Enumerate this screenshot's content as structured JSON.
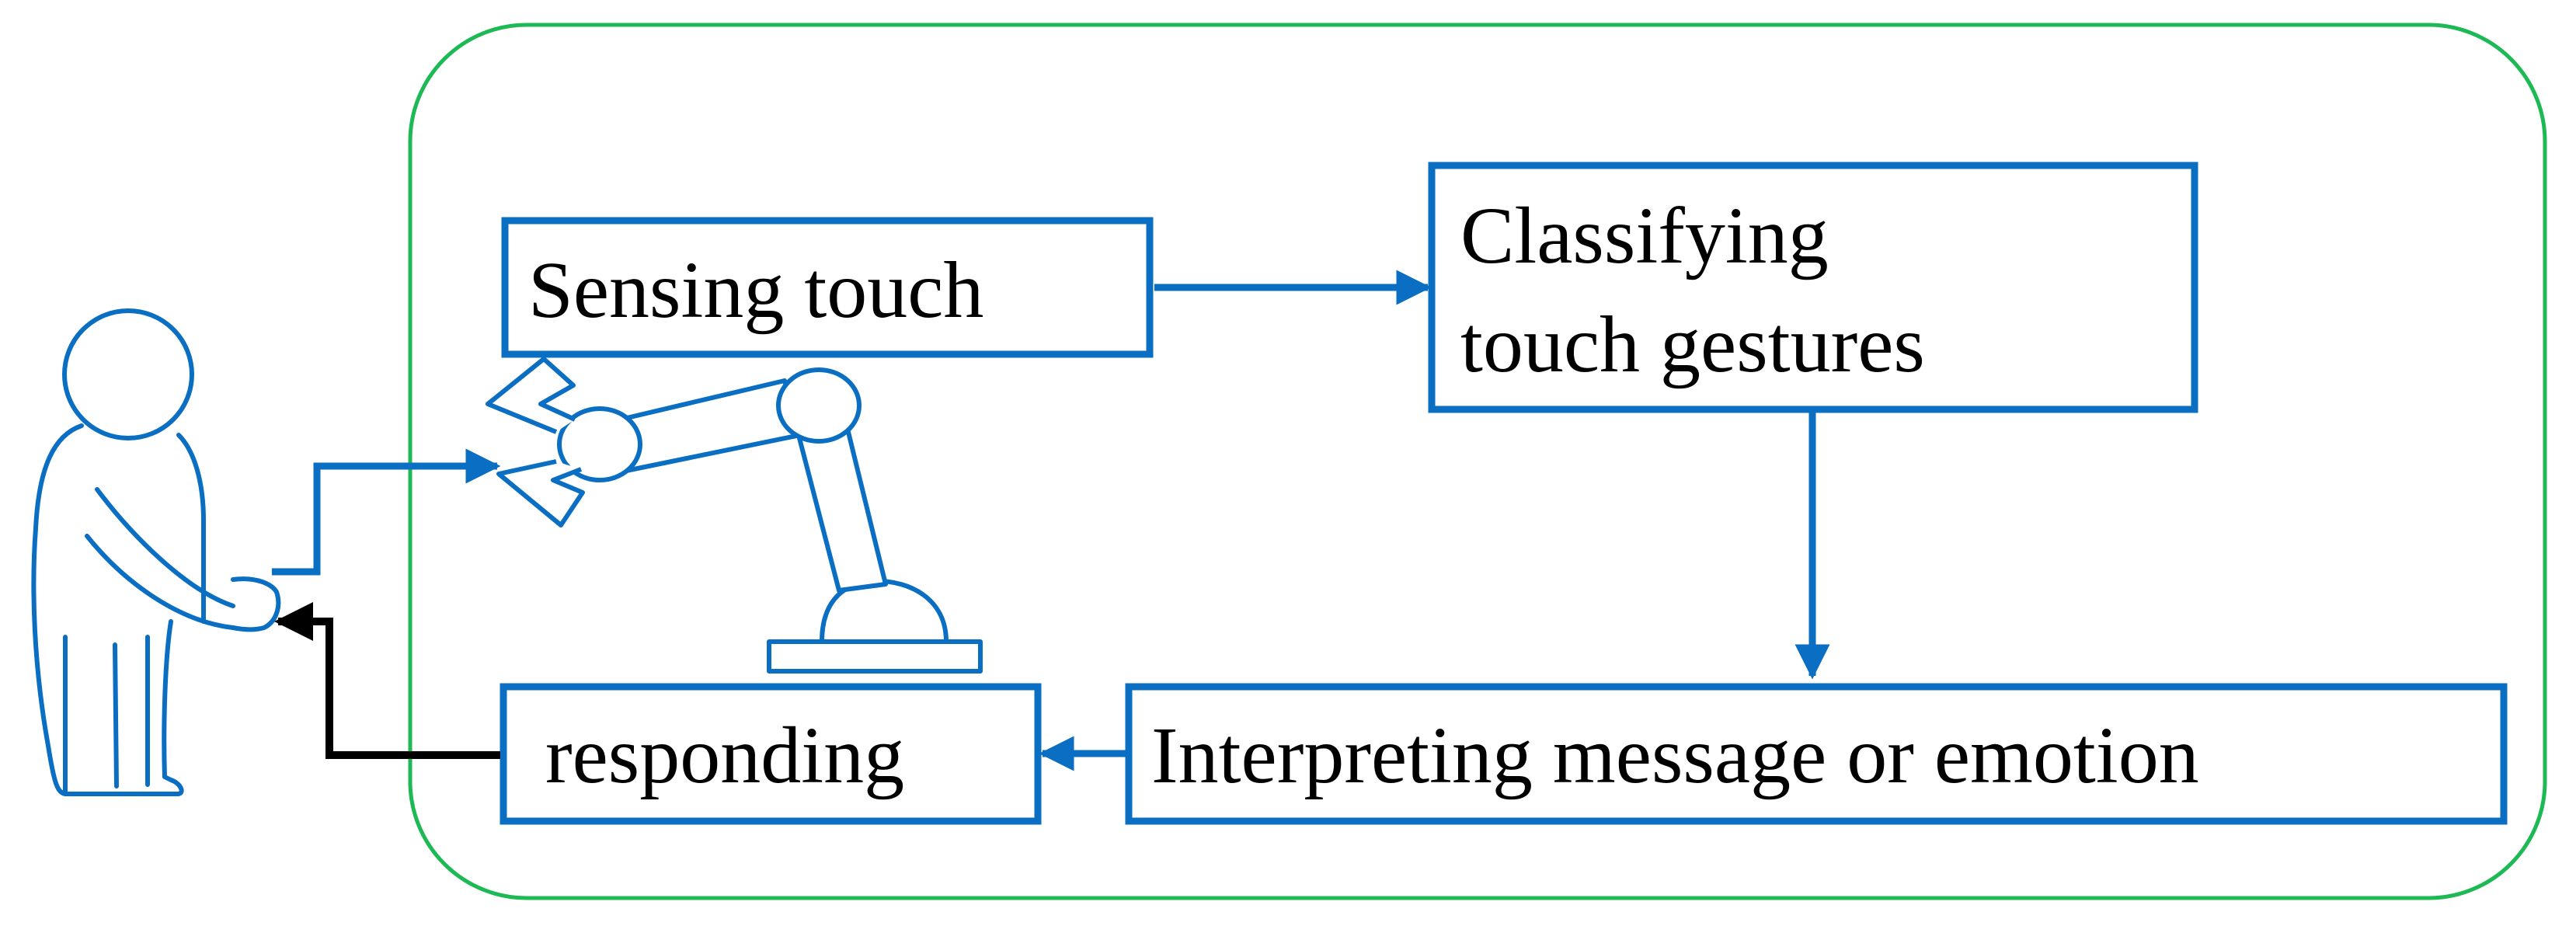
{
  "colors": {
    "blue": "#0A6FC2",
    "green": "#1DB954",
    "black": "#000000",
    "background": "#FFFFFF"
  },
  "boxes": {
    "sensing": {
      "label": "Sensing touch"
    },
    "classifying": {
      "line1": "Classifying",
      "line2": "touch gestures"
    },
    "interpreting": {
      "label": "Interpreting message or emotion"
    },
    "responding": {
      "label": "responding"
    }
  },
  "icons": {
    "person": "person-icon",
    "robot_arm": "robot-arm-icon"
  }
}
